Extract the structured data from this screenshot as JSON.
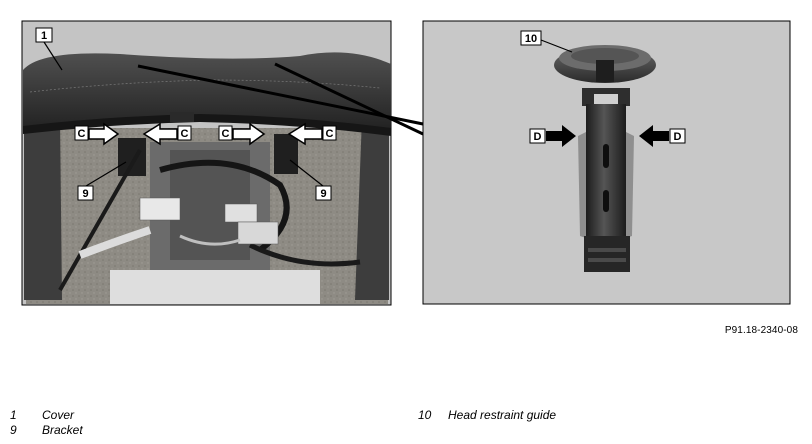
{
  "callouts": {
    "cover": "1",
    "bracket_left": "9",
    "bracket_right": "9",
    "guide": "10",
    "c1": "C",
    "c2": "C",
    "c3": "C",
    "c4": "C",
    "d_left": "D",
    "d_right": "D"
  },
  "figure_id": "P91.18-2340-08",
  "legend_left": [
    {
      "num": "1",
      "label": "Cover"
    },
    {
      "num": "9",
      "label": "Bracket"
    }
  ],
  "legend_right": [
    {
      "num": "10",
      "label": "Head restraint guide"
    }
  ],
  "colors": {
    "photo_bg": "#c9c9c9",
    "cover_dark": "#3a3a3a",
    "carpet": "#8d8a83",
    "guide_dark": "#2b2b2b"
  }
}
